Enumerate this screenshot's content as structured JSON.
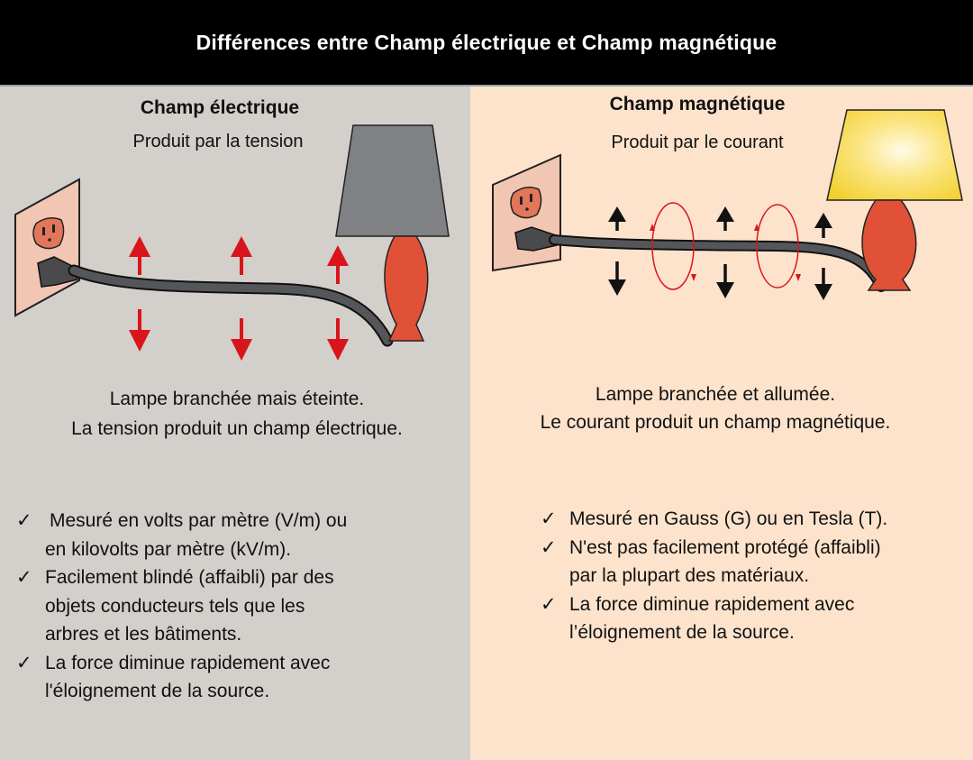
{
  "header": {
    "title": "Différences entre Champ électrique et Champ magnétique"
  },
  "electric": {
    "title": "Champ électrique",
    "subtitle": "Produit par la tension",
    "caption": [
      "Lampe branchée mais éteinte.",
      "La tension produit un champ électrique."
    ],
    "bullets": [
      [
        "Mesuré en volts par mètre (V/m) ou",
        "en kilovolts par mètre (kV/m)."
      ],
      [
        "Facilement blindé (affaibli) par des",
        "objets conducteurs tels que les",
        "arbres et les bâtiments."
      ],
      [
        "La force diminue rapidement avec",
        "l'éloignement de la source."
      ]
    ],
    "arrow_color": "#d9151b",
    "lamp_shade_color": "#808184"
  },
  "magnetic": {
    "title": "Champ magnétique",
    "subtitle": "Produit par le courant",
    "caption": [
      "Lampe branchée et allumée.",
      "Le courant produit un champ magnétique."
    ],
    "bullets": [
      [
        "Mesuré en Gauss (G) ou en Tesla (T)."
      ],
      [
        "N'est pas facilement protégé (affaibli)",
        "par la plupart des matériaux."
      ],
      [
        "La force diminue rapidement avec",
        "l’éloignement de la source."
      ]
    ],
    "arrow_color": "#111111",
    "loop_color": "#d9151b",
    "lamp_shade_color": "#f7d93a"
  },
  "check_mark": "✓"
}
